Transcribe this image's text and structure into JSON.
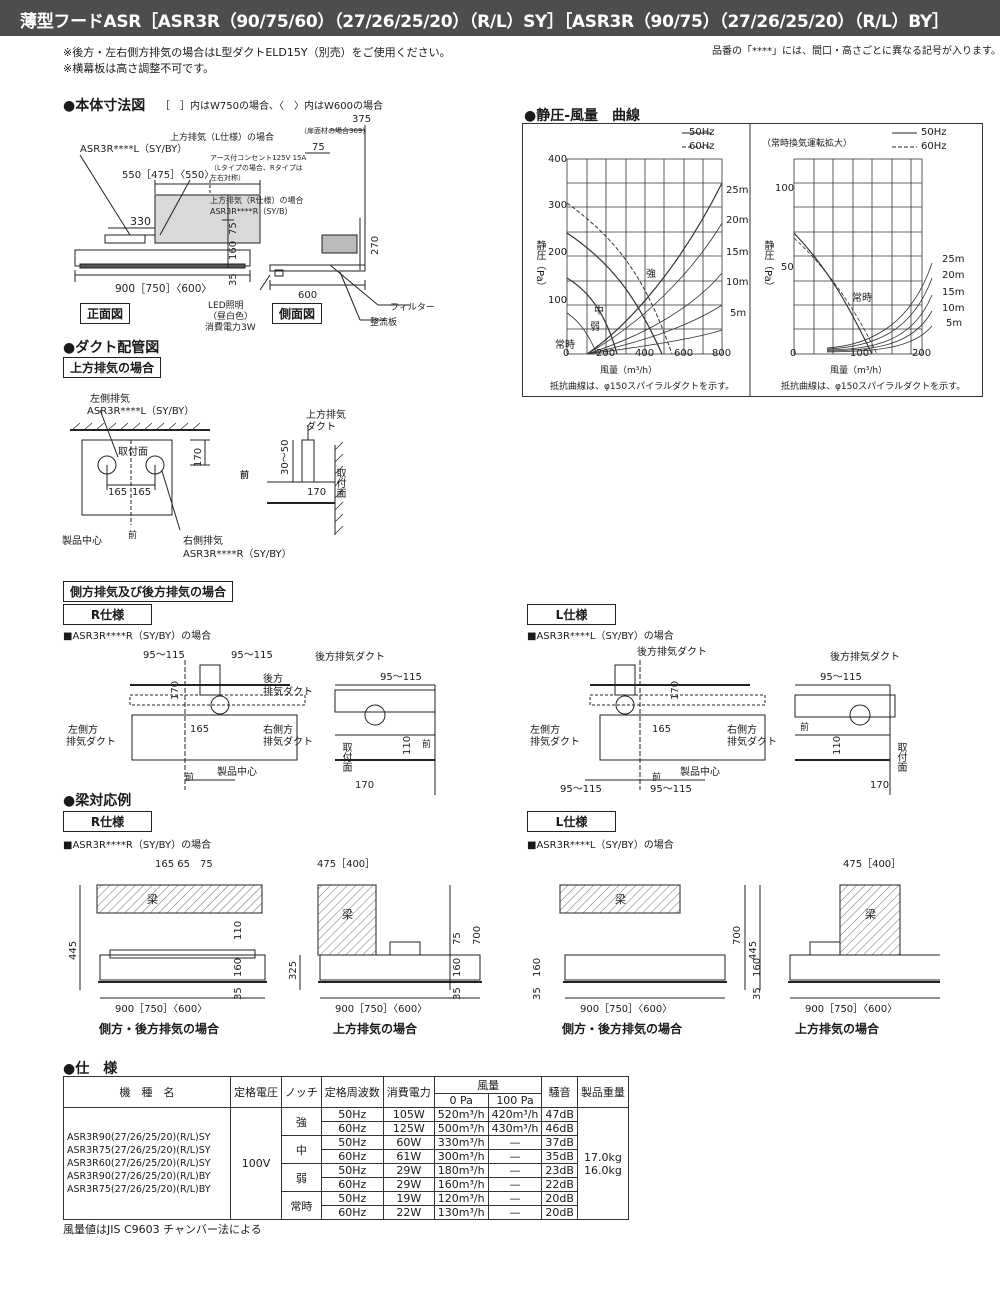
{
  "title": "薄型フードASR［ASR3R（90/75/60）（27/26/25/20）（R/L）SY］［ASR3R（90/75）（27/26/25/20）（R/L）BY］",
  "notes": {
    "line1": "※後方・左右側方排気の場合はL型ダクトELD15Y（別売）をご使用ください。",
    "line2": "※横幕板は高さ調整不可です。",
    "right": "品番の「****」には、間口・高さごとに異なる記号が入ります。"
  },
  "dimensions": {
    "heading": "●本体寸法図",
    "sub": "［　］内はW750の場合、〈　〉内はW600の場合",
    "front_label": "正面図",
    "side_label": "側面図",
    "top_exhaust_l": "上方排気（L仕様）の場合",
    "model_l": "ASR3R****L（SY/BY）",
    "top_exhaust_r": "上方排気（R仕様）の場合",
    "model_r": "ASR3R****R（SY/B）",
    "outlet": "アース付コンセント125V 15A",
    "outlet2": "（Lタイプの場合、Rタイプは",
    "outlet3": "左右対称）",
    "dim_550": "550［475］〈550〉",
    "dim_330": "330",
    "dim_75": "75",
    "dim_160": "160",
    "dim_35": "35",
    "dim_900": "900［750］〈600〉",
    "dim_375": "375",
    "dim_369": "（扉面材の場合369）",
    "dim_270": "270",
    "dim_600": "600",
    "led1": "LED照明",
    "led2": "（昼白色）",
    "led3": "消費電力3W",
    "filter": "フィルター",
    "baffle": "整流板"
  },
  "duct": {
    "heading": "●ダクト配管図",
    "top_label": "上方排気の場合",
    "left_exhaust": "左側排気",
    "model_l": "ASR3R****L（SY/BY）",
    "mount_face": "取付面",
    "dim_170": "170",
    "dim_165": "165",
    "product_center": "製品中心",
    "front": "前",
    "right_exhaust": "右側排気",
    "model_r": "ASR3R****R（SY/BY）",
    "top_duct": "上方排気",
    "duct": "ダクト",
    "dim_3050": "30〜50",
    "mount_v": "取付面",
    "side_label": "側方排気及び後方排気の場合",
    "r_spec": "R仕様",
    "l_spec": "L仕様",
    "r_case": "■ASR3R****R（SY/BY）の場合",
    "l_case": "■ASR3R****L（SY/BY）の場合",
    "dim_95115": "95〜115",
    "rear_duct": "後方",
    "rear_duct2": "排気ダクト",
    "rear_duct_full": "後方排気ダクト",
    "left_side": "左側方",
    "right_side": "右側方",
    "exhaust_duct": "排気ダクト",
    "dim_110": "110"
  },
  "beam": {
    "heading": "●梁対応例",
    "r_spec": "R仕様",
    "l_spec": "L仕様",
    "r_case": "■ASR3R****R（SY/BY）の場合",
    "l_case": "■ASR3R****L（SY/BY）の場合",
    "beam": "梁",
    "dims_top": "165 65　75",
    "dim_475": "475［400］",
    "dim_445": "445",
    "dim_700": "700",
    "dim_325": "325",
    "dim_110": "110",
    "dim_75": "75",
    "dim_160": "160",
    "dim_35": "35",
    "dim_900": "900［750］〈600〉",
    "cap_side": "側方・後方排気の場合",
    "cap_top": "上方排気の場合"
  },
  "curve": {
    "heading": "●静圧-風量　曲線",
    "legend_50": "50Hz",
    "legend_60": "60Hz",
    "ylabel": "静圧（Pa）",
    "xlabel": "風量（m³/h）",
    "left_y_ticks": [
      "400",
      "300",
      "200",
      "100",
      "0"
    ],
    "left_x_ticks": [
      "0",
      "200",
      "400",
      "600",
      "800"
    ],
    "right_title": "（常時換気運転拡大）",
    "right_y_ticks": [
      "100",
      "50",
      "0"
    ],
    "right_x_ticks": [
      "0",
      "100",
      "200"
    ],
    "duct_lengths": [
      "25m",
      "20m",
      "15m",
      "10m",
      "5m"
    ],
    "levels": {
      "strong": "強",
      "mid": "中",
      "weak": "弱",
      "always": "常時"
    },
    "note": "抵抗曲線は、φ150スパイラルダクトを示す。"
  },
  "spec": {
    "heading": "●仕　様",
    "headers": {
      "model": "機　種　名",
      "voltage": "定格電圧",
      "notch": "ノッチ",
      "freq": "定格周波数",
      "power": "消費電力",
      "airflow": "風量",
      "p0": "0 Pa",
      "p100": "100 Pa",
      "noise": "騒音",
      "weight": "製品重量"
    },
    "models": [
      "ASR3R90(27/26/25/20)(R/L)SY",
      "ASR3R75(27/26/25/20)(R/L)SY",
      "ASR3R60(27/26/25/20)(R/L)SY",
      "ASR3R90(27/26/25/20)(R/L)BY",
      "ASR3R75(27/26/25/20)(R/L)BY"
    ],
    "voltage": "100V",
    "weight1": "17.0kg",
    "weight2": "16.0kg",
    "rows": [
      {
        "notch": "強",
        "freq": "50Hz",
        "power": "105W",
        "p0": "520m³/h",
        "p100": "420m³/h",
        "noise": "47dB"
      },
      {
        "notch": "",
        "freq": "60Hz",
        "power": "125W",
        "p0": "500m³/h",
        "p100": "430m³/h",
        "noise": "46dB"
      },
      {
        "notch": "中",
        "freq": "50Hz",
        "power": "60W",
        "p0": "330m³/h",
        "p100": "—",
        "noise": "37dB"
      },
      {
        "notch": "",
        "freq": "60Hz",
        "power": "61W",
        "p0": "300m³/h",
        "p100": "—",
        "noise": "35dB"
      },
      {
        "notch": "弱",
        "freq": "50Hz",
        "power": "29W",
        "p0": "180m³/h",
        "p100": "—",
        "noise": "23dB"
      },
      {
        "notch": "",
        "freq": "60Hz",
        "power": "29W",
        "p0": "160m³/h",
        "p100": "—",
        "noise": "22dB"
      },
      {
        "notch": "常時",
        "freq": "50Hz",
        "power": "19W",
        "p0": "120m³/h",
        "p100": "—",
        "noise": "20dB"
      },
      {
        "notch": "",
        "freq": "60Hz",
        "power": "22W",
        "p0": "130m³/h",
        "p100": "—",
        "noise": "20dB"
      }
    ],
    "footnote": "風量値はJIS C9603 チャンバー法による"
  }
}
